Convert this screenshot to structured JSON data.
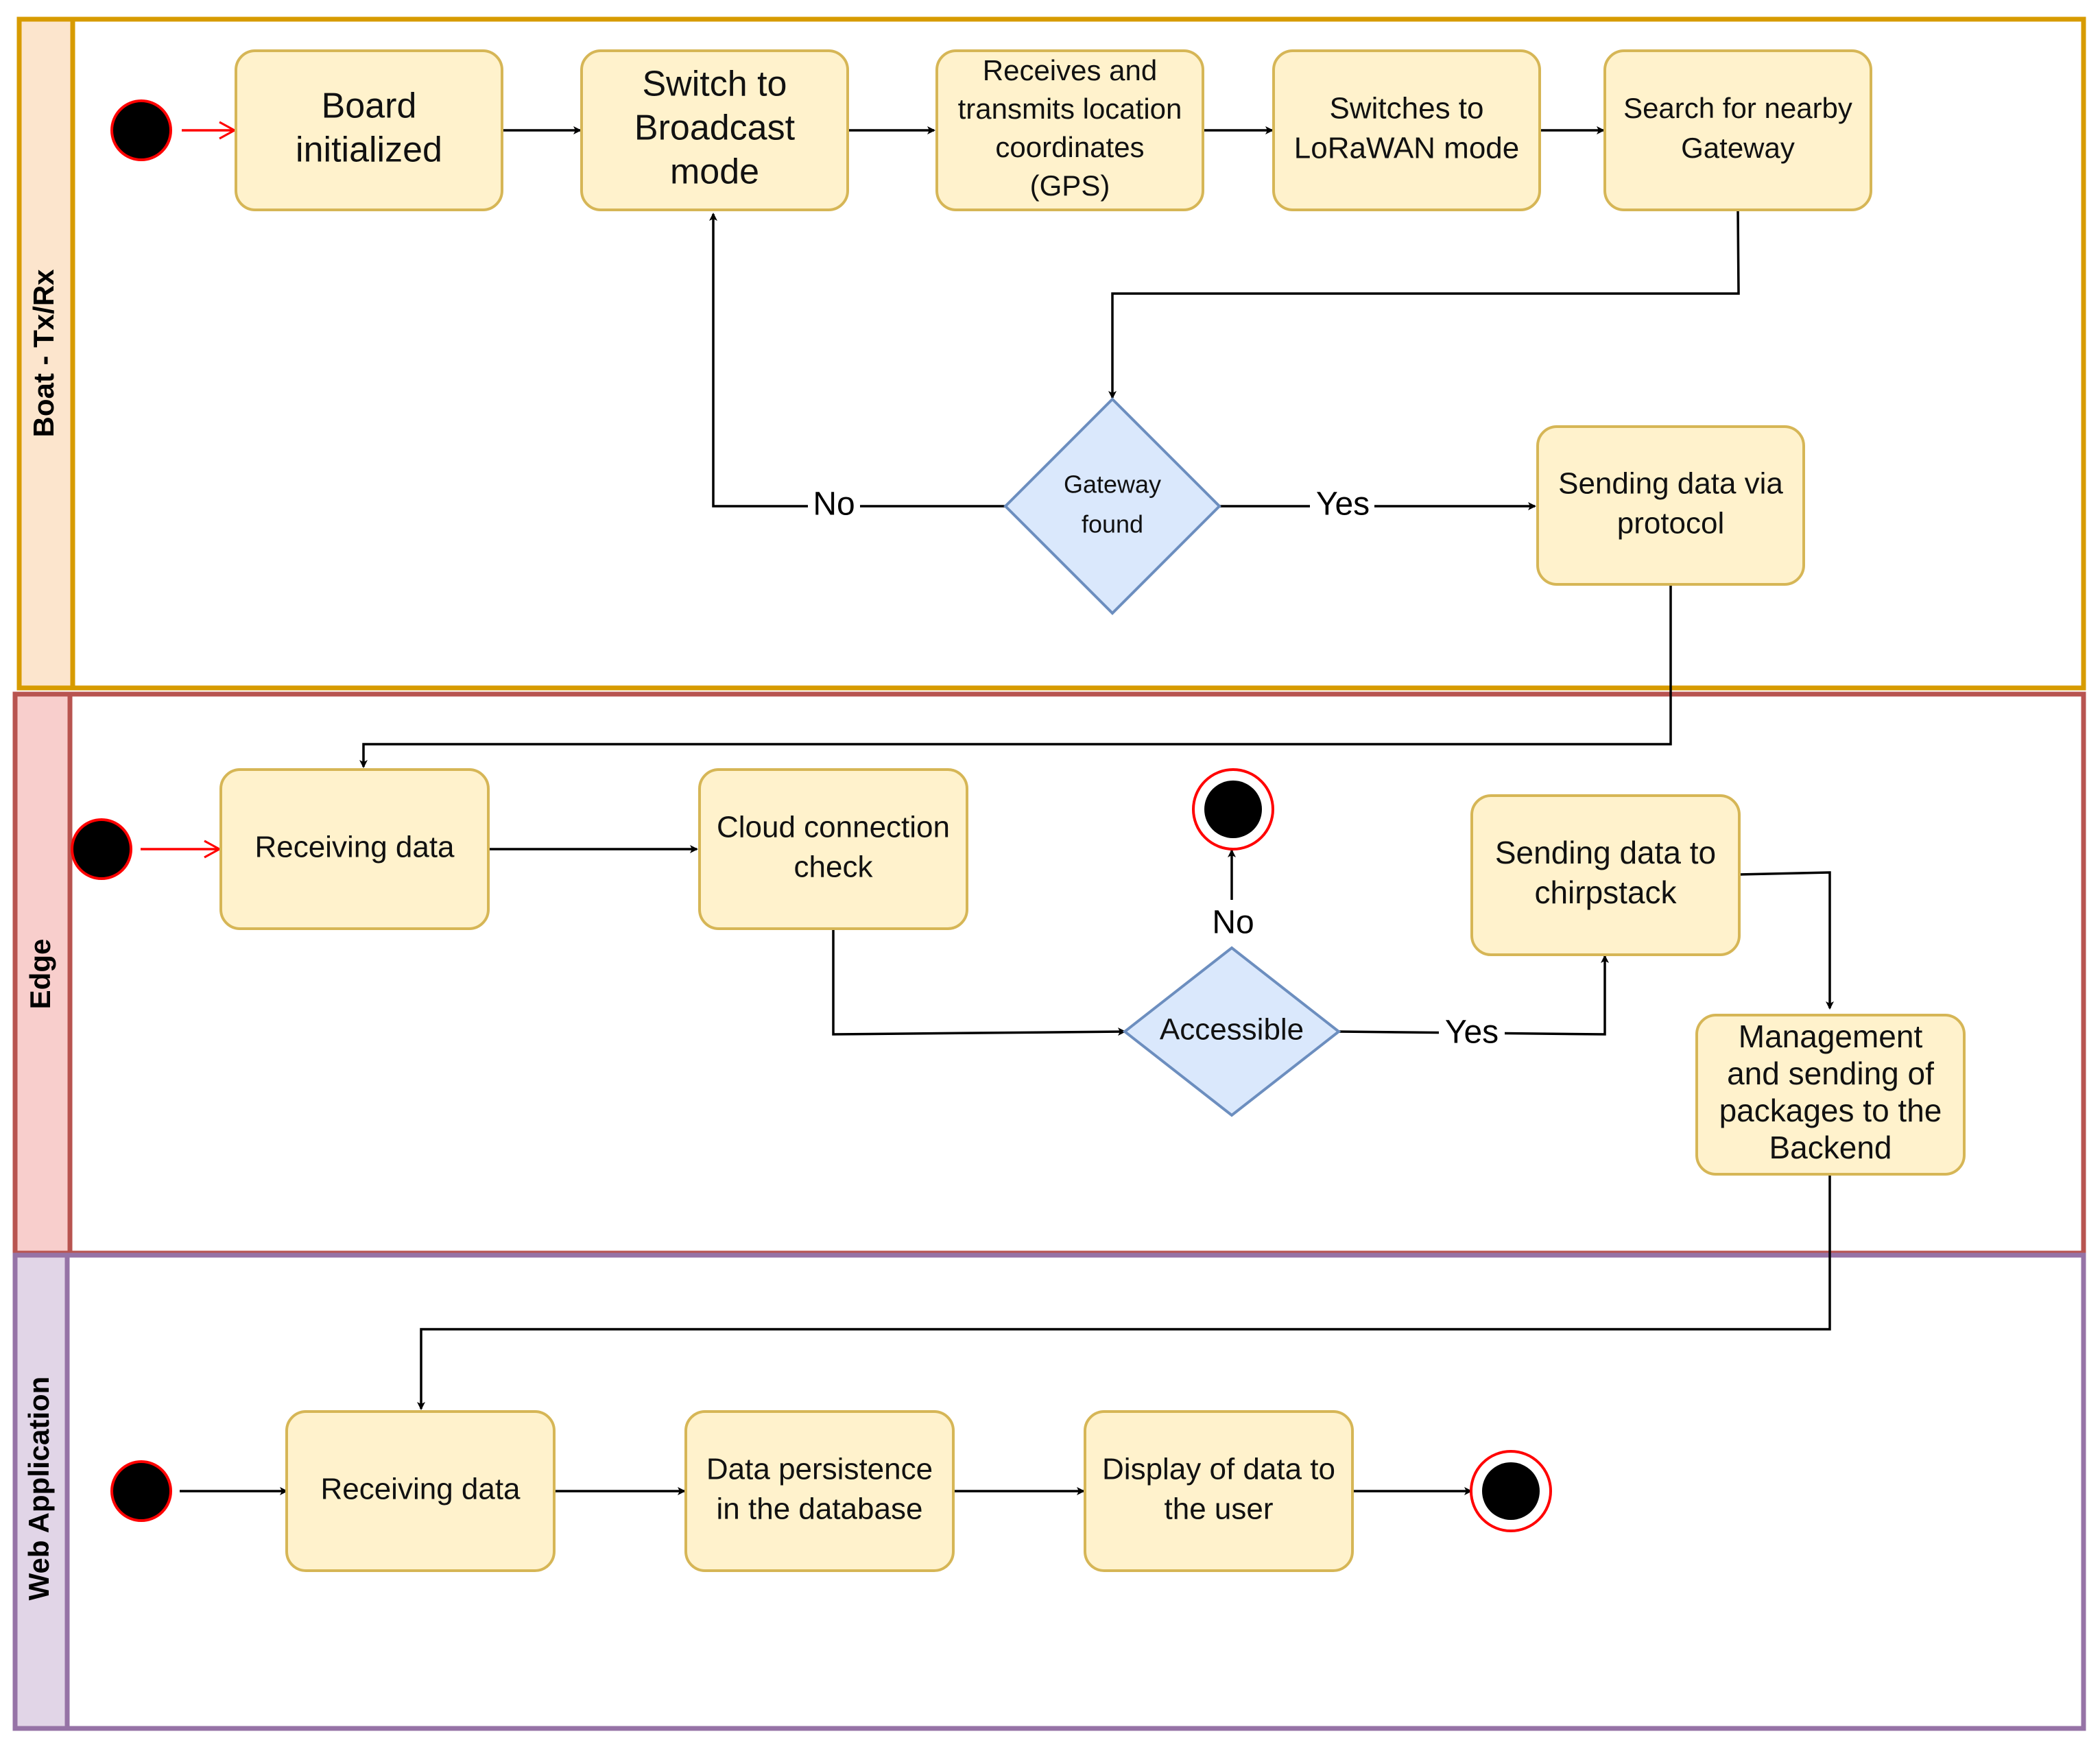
{
  "diagram": {
    "lanes": [
      {
        "id": "boat",
        "title": "Boat - Tx/Rx",
        "fill": "#fce5cd",
        "stroke": "#d79b00"
      },
      {
        "id": "edge",
        "title": "Edge",
        "fill": "#f8cecc",
        "stroke": "#b85450"
      },
      {
        "id": "web",
        "title": "Web Application",
        "fill": "#e1d5e7",
        "stroke": "#9673a6"
      }
    ],
    "nodes": {
      "board": [
        "Board",
        "initialized"
      ],
      "broadcast": [
        "Switch to",
        "Broadcast",
        "mode"
      ],
      "gps": [
        "Receives and",
        "transmits location",
        "coordinates",
        "(GPS)"
      ],
      "lorawan": [
        "Switches to",
        "LoRaWAN mode"
      ],
      "search": [
        "Search for nearby",
        "Gateway"
      ],
      "gw_found": [
        "Gateway",
        "found"
      ],
      "sending_protocol": [
        "Sending data via",
        "protocol"
      ],
      "edge_receiving": [
        "Receiving data"
      ],
      "cloud_check": [
        "Cloud connection",
        "check"
      ],
      "accessible": [
        "Accessible"
      ],
      "chirpstack": [
        "Sending data to",
        "chirpstack"
      ],
      "management": [
        "Management",
        "and sending of",
        "packages to the",
        "Backend"
      ],
      "web_receiving": [
        "Receiving data"
      ],
      "persistence": [
        "Data persistence",
        "in the database"
      ],
      "display": [
        "Display of data to",
        "the user"
      ]
    },
    "edge_labels": {
      "gw_no": "No",
      "gw_yes": "Yes",
      "acc_no": "No",
      "acc_yes": "Yes"
    },
    "colors": {
      "activity_fill": "#fff2cc",
      "activity_stroke": "#d6b656",
      "decision_fill": "#dae8fc",
      "decision_stroke": "#6c8ebf",
      "start_fill": "#000000",
      "start_stroke": "#ff0000",
      "arrow": "#000000",
      "initial_arrow": "#ff0000"
    }
  }
}
